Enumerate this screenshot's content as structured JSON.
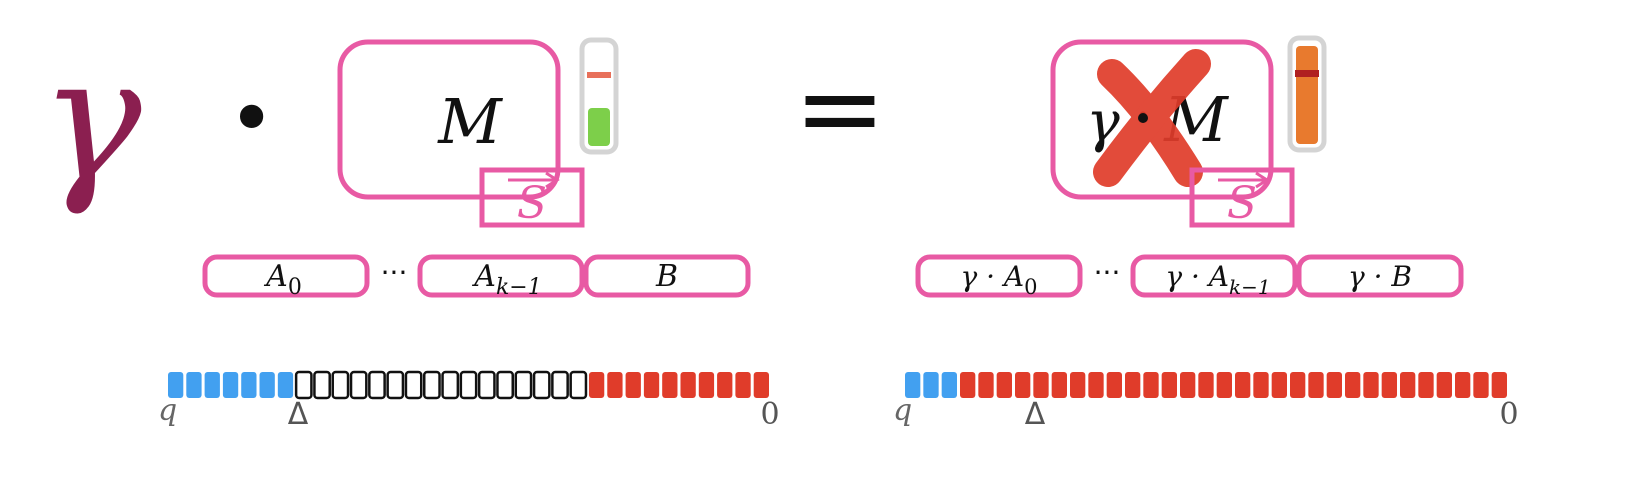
{
  "symbols": {
    "gamma": "γ",
    "dot": "•",
    "equals": "=",
    "matrix": "M",
    "vector": "S",
    "scaled_matrix_gamma": "γ",
    "scaled_matrix_dot": "·",
    "scaled_matrix_M": "M"
  },
  "left_blocks": {
    "a0_main": "A",
    "a0_sub": "0",
    "ellipsis": "···",
    "ak_main": "A",
    "ak_sub": "k−1",
    "b_main": "B"
  },
  "right_blocks": {
    "a0_main": "γ · A",
    "a0_sub": "0",
    "ellipsis": "···",
    "ak_main": "γ · A",
    "ak_sub": "k−1",
    "b_main": "γ · B"
  },
  "left_axis": {
    "q_label": "q",
    "delta_label": "Δ",
    "zero_label": "0"
  },
  "right_axis": {
    "q_label": "q",
    "delta_label": "Δ",
    "zero_label": "0"
  },
  "left_bar": {
    "blue": 7,
    "empty": 16,
    "red": 10
  },
  "right_bar": {
    "blue": 3,
    "empty": 0,
    "red": 30
  },
  "left_meter": {
    "fill_fraction": 0.38,
    "marker_fraction": 0.74
  },
  "right_meter": {
    "fill_fraction": 0.98,
    "marker_fraction": 0.74
  },
  "colors": {
    "gamma": "#8b1f50",
    "pink": "#e85aa4",
    "blue": "#42a0f0",
    "red": "#e03c2a",
    "green": "#7dcf4a",
    "orange": "#e87a2e",
    "dark_red_marker": "#b02020",
    "light_red_marker": "#e8705a",
    "meter_gray": "#d4d4d4",
    "cross": "#e03c2a"
  }
}
